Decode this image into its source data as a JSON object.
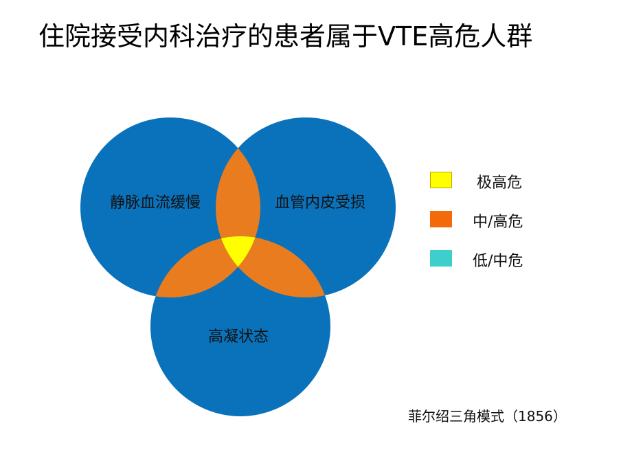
{
  "title": "住院接受内科治疗的患者属于VTE高危人群",
  "circles": {
    "left": {
      "label": "静脉血流缓慢"
    },
    "right": {
      "label": "血管内皮受损"
    },
    "bottom": {
      "label": "高凝状态"
    }
  },
  "legend": {
    "items": [
      {
        "label": "极高危",
        "color": "#FFFF00"
      },
      {
        "label": "中/高危",
        "color": "#F26A0A"
      },
      {
        "label": "低/中危",
        "color": "#3CCFCB"
      }
    ]
  },
  "colors": {
    "circle": "#0A72BA",
    "pair_overlap": "#E87C1F",
    "triple_overlap": "#FFFF00"
  },
  "caption": "菲尔绍三角模式（1856）"
}
